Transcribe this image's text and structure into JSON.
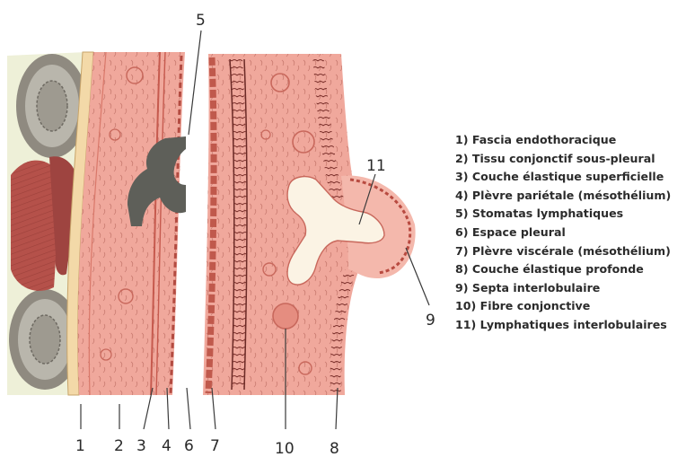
{
  "labels": {
    "n1": "1",
    "n2": "2",
    "n3": "3",
    "n4": "4",
    "n5": "5",
    "n6": "6",
    "n7": "7",
    "n8": "8",
    "n9": "9",
    "n10": "10",
    "n11": "11"
  },
  "legend": [
    "1) Fascia endothoracique",
    "2) Tissu conjonctif sous-pleural",
    "3) Couche élastique superficielle",
    "4) Plèvre pariétale (mésothélium)",
    "5) Stomatas lymphatiques",
    "6) Espace pleural",
    "7) Plèvre viscérale (mésothélium)",
    "8) Couche élastique profonde",
    "9) Septa interlobulaire",
    "10) Fibre conjonctive",
    "11) Lymphatiques interlobulaires"
  ],
  "colors": {
    "tissue": "#f0a89c",
    "tissue_light": "#f6c4b8",
    "muscle": "#b5514a",
    "bone": "#b9b6ac",
    "stomata": "#5e5f59",
    "lymphatic": "#fbf3e4"
  }
}
